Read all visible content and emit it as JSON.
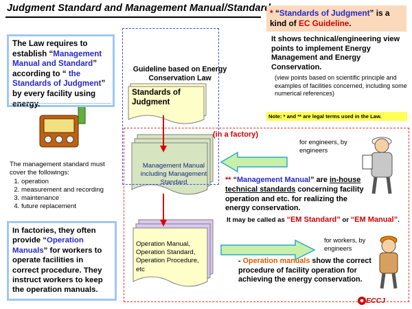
{
  "title": "Judgment Standard and Management Manual/Standard",
  "law_box": {
    "t1": "The Law requires to establish “",
    "t2": "Management Manual and Standard",
    "t3": "” according to “ ",
    "t4": "the Standards of Judgment",
    "t5": "” by every facility using energy."
  },
  "management_standard": {
    "intro": "The management standard must cover the followings:",
    "items": [
      "operation",
      "measurement and recording",
      "maintenance",
      "future replacement"
    ]
  },
  "factories_box": {
    "t1": "In factories, they often provide “",
    "t2": "Operation Manuals",
    "t3": "” for workers to operate facilities in correct procedure. They instruct workers to keep the operation manuals."
  },
  "guideline_label": "Guideline based on Energy Conservation Law",
  "standards_of_judgment_doc": "Standards of Judgment",
  "management_manual_doc": "Management Manual including Management Standard",
  "operation_manual_doc": "Operation Manual, Operation Standard, Operation Procedure, etc",
  "soj_note": {
    "mark": "* ",
    "q1": "“",
    "name": "Standards of Judgment",
    "q2": "” is a kind of ",
    "guideline": "EC Guideline",
    "end": "."
  },
  "shows_text": "It shows technical/engineering view points to implement Energy Management and Energy Conservation.",
  "viewpoints_text": "(view points based on scientific principle and examples of facilities concerned, including some numerical references)",
  "legal_note": "Note: * and ** are legal terms used in the Law.",
  "in_factory": "(in a factory)",
  "for_engineers": "for engineers, by engineers",
  "mm_desc": {
    "mark": "** ",
    "q1": "“",
    "name": "Management Manual",
    "q2": "” are ",
    "underlined": "in-house technical standards",
    "rest": " concerning facility operation and etc. for realizing the energy conservation."
  },
  "mm_called": {
    "t1": "It may be called as ",
    "em1": "“EM Standard”",
    "t2": " or ",
    "em2": "“EM Manual”",
    "t3": "."
  },
  "for_workers": "for workers, by engineers",
  "op_desc": {
    "dash": "- ",
    "name": "Operation manuals",
    "rest": " show the correct procedure of facility operation for achieving the energy conservation."
  },
  "logo": "ECCJ",
  "colors": {
    "blue_text": "#2828c8",
    "orange_text": "#e05a00",
    "red_text": "#d00000",
    "doc_fill": "#fefec8",
    "mgmt_fill": "#d6e4c0",
    "opman_fill": "#d8c8f0",
    "arrow_fill": "#c8f0a8",
    "arrow_stroke": "#2aa8c8",
    "box_border": "#9ec8f0"
  }
}
